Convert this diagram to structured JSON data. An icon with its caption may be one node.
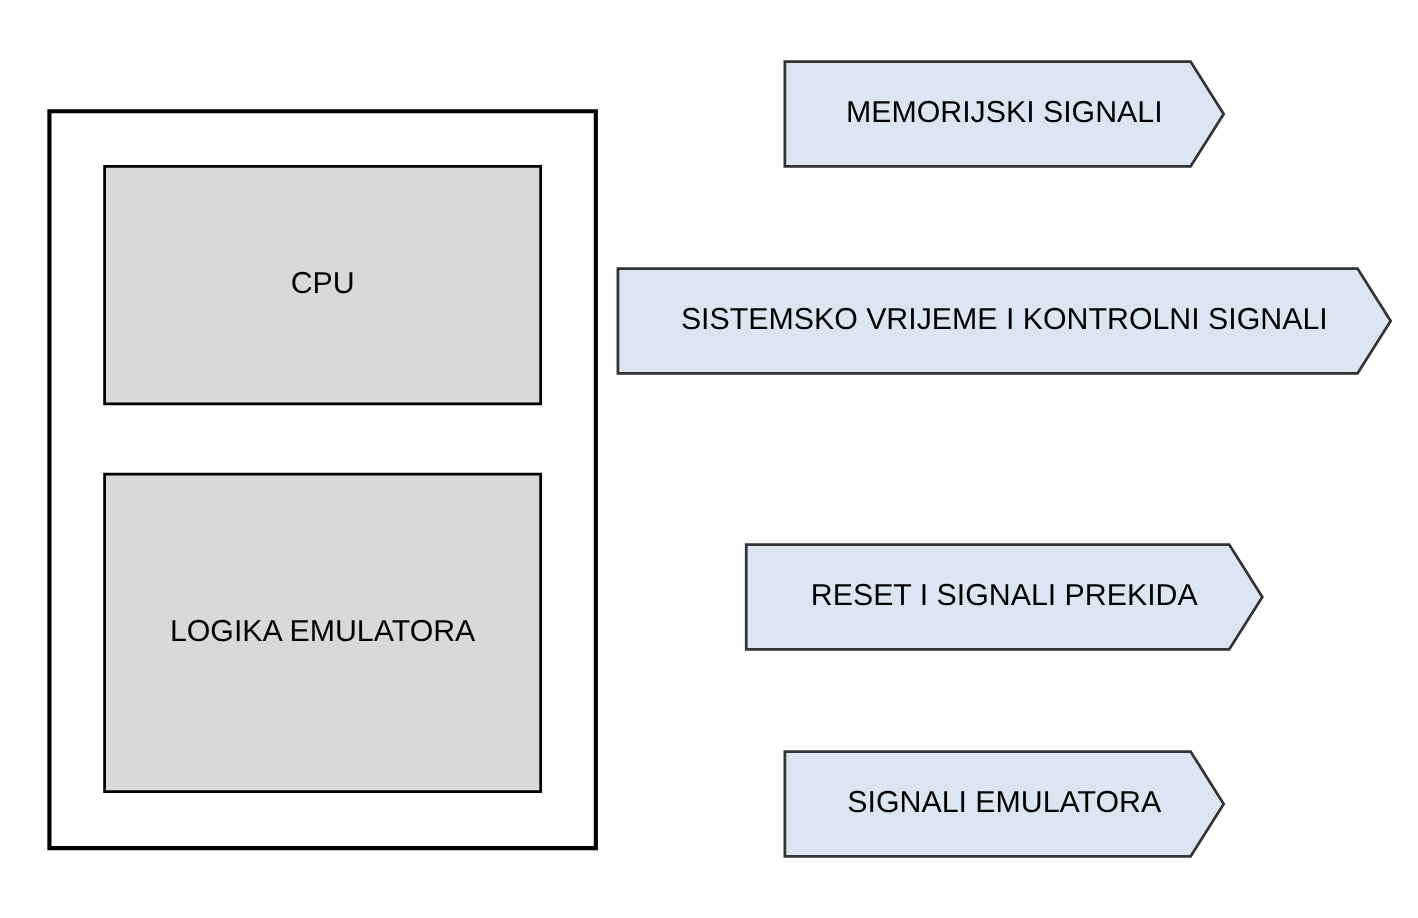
{
  "diagram": {
    "nodes": [
      {
        "text": [],
        "shape": "box"
      },
      {
        "text": [
          "CPU"
        ],
        "in": 0
      },
      {
        "text": [
          "LOGIKA EMULATORA"
        ],
        "in": 0
      },
      {
        "text": [
          "MEMORIJSKI SIGNALI"
        ]
      },
      {
        "text": [
          "SISTEMSKO VRIJEME I KONTROLNI SIGNALI"
        ]
      },
      {
        "text": [
          "RESET I SIGNALI PREKIDA"
        ]
      },
      {
        "text": [
          "SIGNALI EMULATORA"
        ]
      }
    ]
  }
}
